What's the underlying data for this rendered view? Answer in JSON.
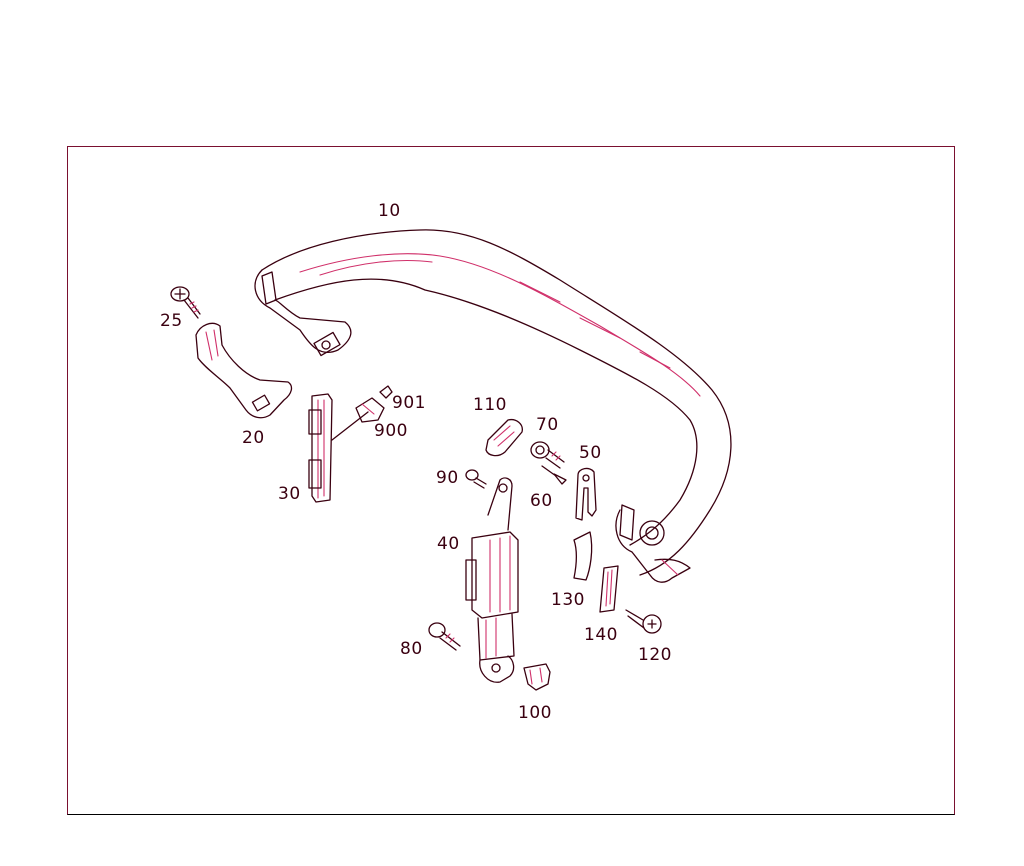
{
  "diagram": {
    "background": "#ffffff",
    "ink": "#3a0010",
    "accent": "#d0306a",
    "callouts": {
      "c10": "10",
      "c20": "20",
      "c25": "25",
      "c30": "30",
      "c40": "40",
      "c50": "50",
      "c60": "60",
      "c70": "70",
      "c80": "80",
      "c90": "90",
      "c100": "100",
      "c110": "110",
      "c120": "120",
      "c130": "130",
      "c140": "140",
      "c900": "900",
      "c901": "901"
    }
  }
}
